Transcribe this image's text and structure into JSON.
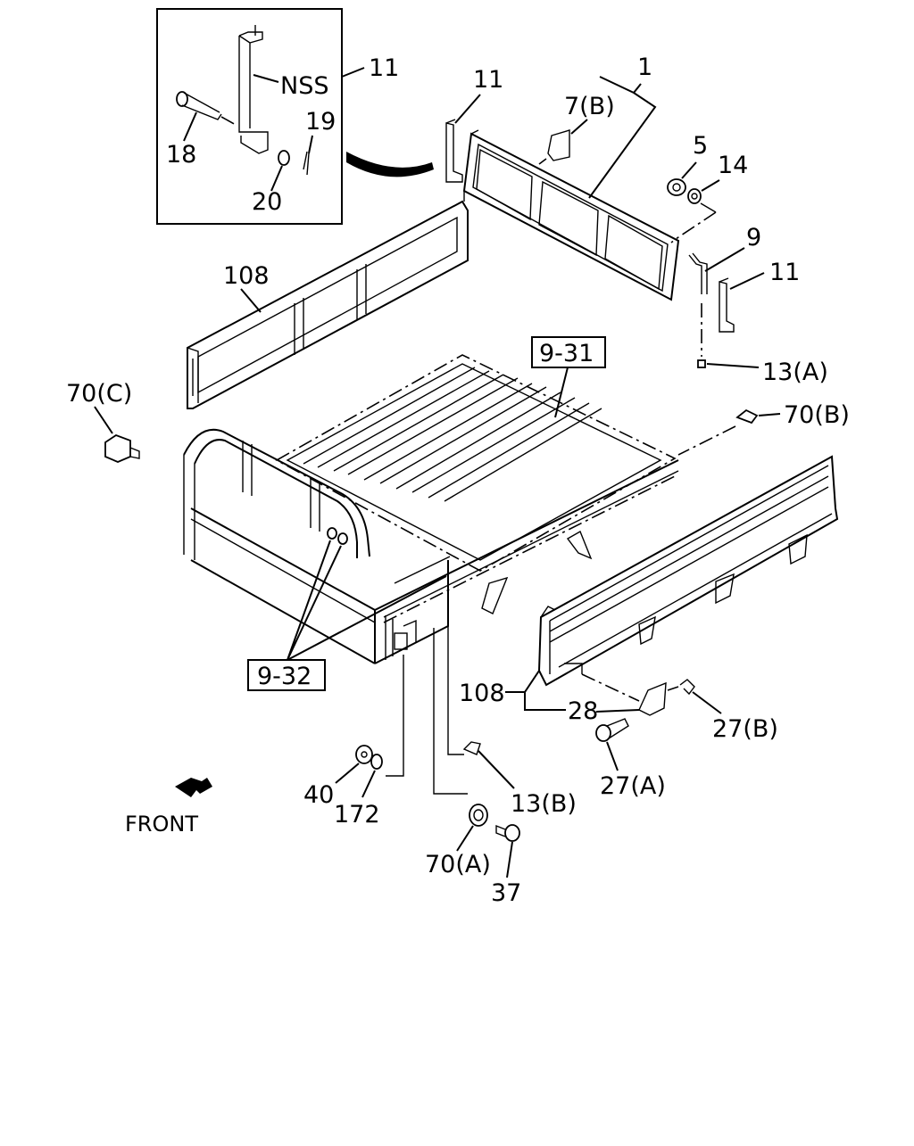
{
  "inset": {
    "nss_label": "NSS"
  },
  "front_label": "FRONT",
  "callouts": {
    "c11_inset": "11",
    "c11_top": "11",
    "c11_right": "11",
    "c1": "1",
    "c7b": "7(B)",
    "c5": "5",
    "c14": "14",
    "c9": "9",
    "c18": "18",
    "c19": "19",
    "c20": "20",
    "c108_left": "108",
    "c108_right": "108",
    "c70c": "70(C)",
    "c70b": "70(B)",
    "c13a": "13(A)",
    "c13b": "13(B)",
    "c28": "28",
    "c27a": "27(A)",
    "c27b": "27(B)",
    "c40": "40",
    "c172": "172",
    "c70a": "70(A)",
    "c37": "37"
  },
  "boxed_refs": {
    "r931": "9-31",
    "r932": "9-32"
  }
}
